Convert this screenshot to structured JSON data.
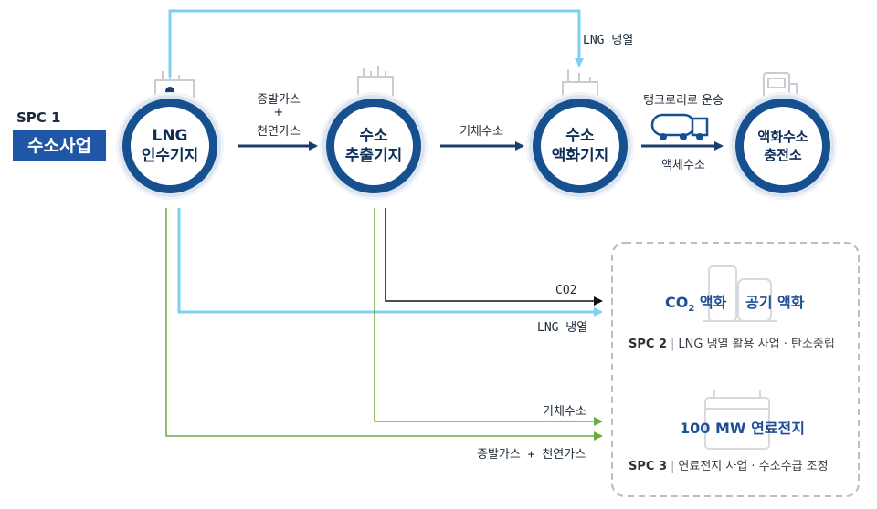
{
  "spc1": {
    "label": "SPC 1",
    "title": "수소사업"
  },
  "nodes": {
    "lng": {
      "line1": "LNG",
      "line2": "인수기지"
    },
    "extract": {
      "line1": "수소",
      "line2": "추출기지"
    },
    "liquefy": {
      "line1": "수소",
      "line2": "액화기지"
    },
    "station": {
      "line1": "액화수소",
      "line2": "충전소"
    }
  },
  "flows": {
    "lng_to_extract_top": "증발가스",
    "lng_to_extract_plus": "+",
    "lng_to_extract_bottom": "천연가스",
    "extract_to_liquefy": "기체수소",
    "liquefy_to_station_top": "탱크로리로 운송",
    "liquefy_to_station_bottom": "액체수소",
    "lng_cold_top": "LNG 냉열"
  },
  "outputs": {
    "co2": "CO2",
    "lng_cold": "LNG 냉열",
    "hydrogen_gas": "기체수소",
    "boiloff_natural": "증발가스 + 천연가스"
  },
  "spc2": {
    "title_co2": "CO",
    "title_co2_sub": "2",
    "title_co2_suffix": " 액화",
    "title_air": "공기 액화",
    "label": "SPC 2",
    "desc": "LNG 냉열 활용 사업 · 탄소중립"
  },
  "spc3": {
    "title": "100 MW 연료전지",
    "label": "SPC 3",
    "desc": "연료전지 사업 · 수소수급 조정"
  },
  "colors": {
    "navy": "#17508f",
    "dark_arrow": "#1b3d6e",
    "light_blue": "#7fd0f0",
    "green": "#6aaa45",
    "black": "#111111",
    "box_border": "#bdbdbd"
  }
}
